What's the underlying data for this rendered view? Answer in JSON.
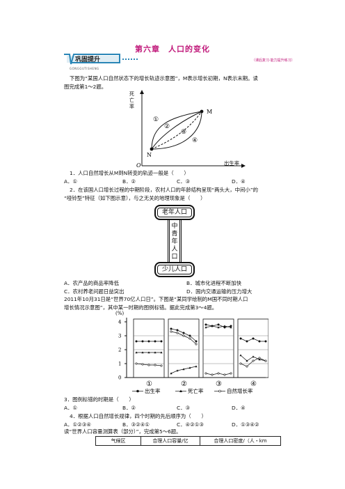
{
  "header": {
    "chapter_title": "第六章　人口的变化",
    "section_label": "巩固提升",
    "section_sub": "GONGGUTISHENG",
    "right_label": "（课后复习·能力提升练习）"
  },
  "intro": {
    "line1": "下图为“某国人口自然状态下的增长轨迹示意图”，M表示增长初期，N表示末期。读",
    "line2": "图完成第1～2题。"
  },
  "fig1": {
    "y_label": "死亡率",
    "x_label": "出生率",
    "origin": "O",
    "point_m": "M",
    "point_n": "N",
    "labels": [
      "①",
      "②",
      "③",
      "④"
    ]
  },
  "q1": {
    "stem": "1．人口自然增长从M到N转变的轨迹一般是（　　）",
    "options": [
      "A．①",
      "B．②",
      "C．③",
      "D．④"
    ]
  },
  "q2": {
    "stem1": "2．在该国人口增长过程的中期阶段，农村人口的年龄结构呈现“两头大，中间小”的",
    "stem2": "“哑铃型”特征（如下图示意），与之无关的地理现象是（　　）",
    "options": [
      "A．农产品的商品率降低",
      "B．城市化进程不断加快",
      "C．农村养老问题日益突出",
      "D．国内交通运输的压力增大"
    ]
  },
  "fig2": {
    "top": "老年人口",
    "middle": "中青年人口",
    "bottom": "少儿人口"
  },
  "intro2": {
    "line1": "2011年10月31日是“世界70亿人口日”。下图是“某同学绘制的M国不同时期人口",
    "line2": "增长情况示意图”，其中某一时期的图例标错。据此完成第3～4题。"
  },
  "fig3": {
    "unit": "(%)",
    "y_ticks": [
      "4",
      "3",
      "2",
      "1",
      "0"
    ],
    "panels": [
      "①",
      "②",
      "③",
      "④"
    ],
    "legend": [
      "出生率",
      "死亡率",
      "自然增长率"
    ],
    "chart_data": {
      "type": "line",
      "ylim": [
        0,
        4
      ],
      "panels": [
        {
          "name": "①",
          "series": [
            {
              "name": "出生率",
              "values": [
                2.6,
                2.6,
                2.6,
                2.6,
                2.6
              ]
            },
            {
              "name": "死亡率",
              "values": [
                1.8,
                1.8,
                1.8,
                1.8,
                1.8
              ]
            },
            {
              "name": "自然增长率",
              "values": [
                1.0,
                0.95,
                0.9,
                0.9,
                0.85
              ]
            }
          ]
        },
        {
          "name": "②",
          "series": [
            {
              "name": "出生率",
              "values": [
                3.5,
                3.4,
                3.2,
                3.0,
                2.6
              ]
            },
            {
              "name": "死亡率",
              "values": [
                0.3,
                0.5,
                0.6,
                0.7,
                0.8
              ]
            },
            {
              "name": "自然增长率",
              "values": [
                3.3,
                3.2,
                3.0,
                2.8,
                2.4
              ]
            }
          ]
        },
        {
          "name": "③",
          "series": [
            {
              "name": "出生率",
              "values": [
                3.8,
                3.7,
                3.8,
                3.6,
                3.7
              ]
            },
            {
              "name": "死亡率",
              "values": [
                3.6,
                3.7,
                3.6,
                3.7,
                3.6
              ]
            },
            {
              "name": "自然增长率",
              "values": [
                0.3,
                0.2,
                0.3,
                0.2,
                0.3
              ]
            }
          ]
        },
        {
          "name": "④",
          "series": [
            {
              "name": "出生率",
              "values": [
                2.8,
                2.6,
                2.8,
                2.6,
                2.6
              ]
            },
            {
              "name": "死亡率",
              "values": [
                1.6,
                1.2,
                1.5,
                1.3,
                1.2
              ]
            },
            {
              "name": "自然增长率",
              "values": [
                1.0,
                0.8,
                1.2,
                1.4,
                1.2
              ]
            }
          ]
        }
      ]
    }
  },
  "q3": {
    "stem": "3．图例标错的时期是（　　）",
    "options": [
      "A．①",
      "B．②",
      "C．③",
      "D．④"
    ]
  },
  "q4": {
    "stem": "4．根据人口自然增长规律，四个时期的先后顺序为（　　）",
    "options": [
      "A．①②③④",
      "B．③②④①",
      "C．④②①③",
      "D．①③④②"
    ]
  },
  "intro3": {
    "line1": "读“世界人口容量测算表（部分）”，完成第5～6题。"
  },
  "table": {
    "headers": [
      "气候区",
      "合理人口容量/亿",
      "合理人口密度/（人・km"
    ]
  }
}
